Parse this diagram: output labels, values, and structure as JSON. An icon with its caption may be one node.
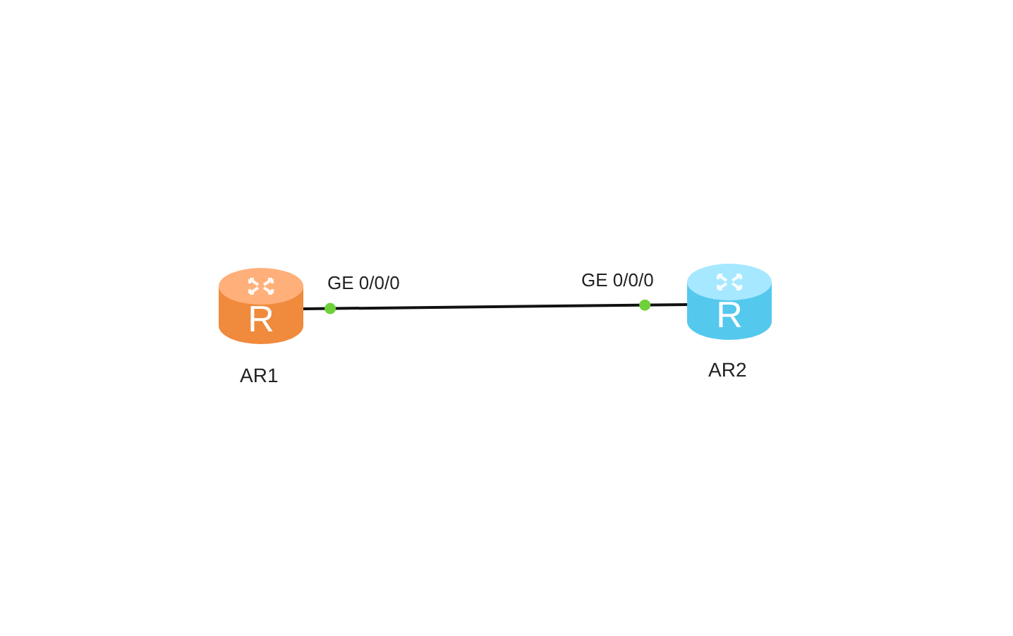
{
  "diagram": {
    "nodes": [
      {
        "text": [
          "R"
        ],
        "beside": [
          "AR1"
        ]
      },
      {
        "text": [
          "R"
        ],
        "beside": [
          "AR2"
        ]
      }
    ],
    "edges": [
      {
        "from": 0,
        "to": 1,
        "arrow": "none"
      }
    ],
    "labels": [
      "GE 0/0/0",
      "GE 0/0/0"
    ]
  }
}
